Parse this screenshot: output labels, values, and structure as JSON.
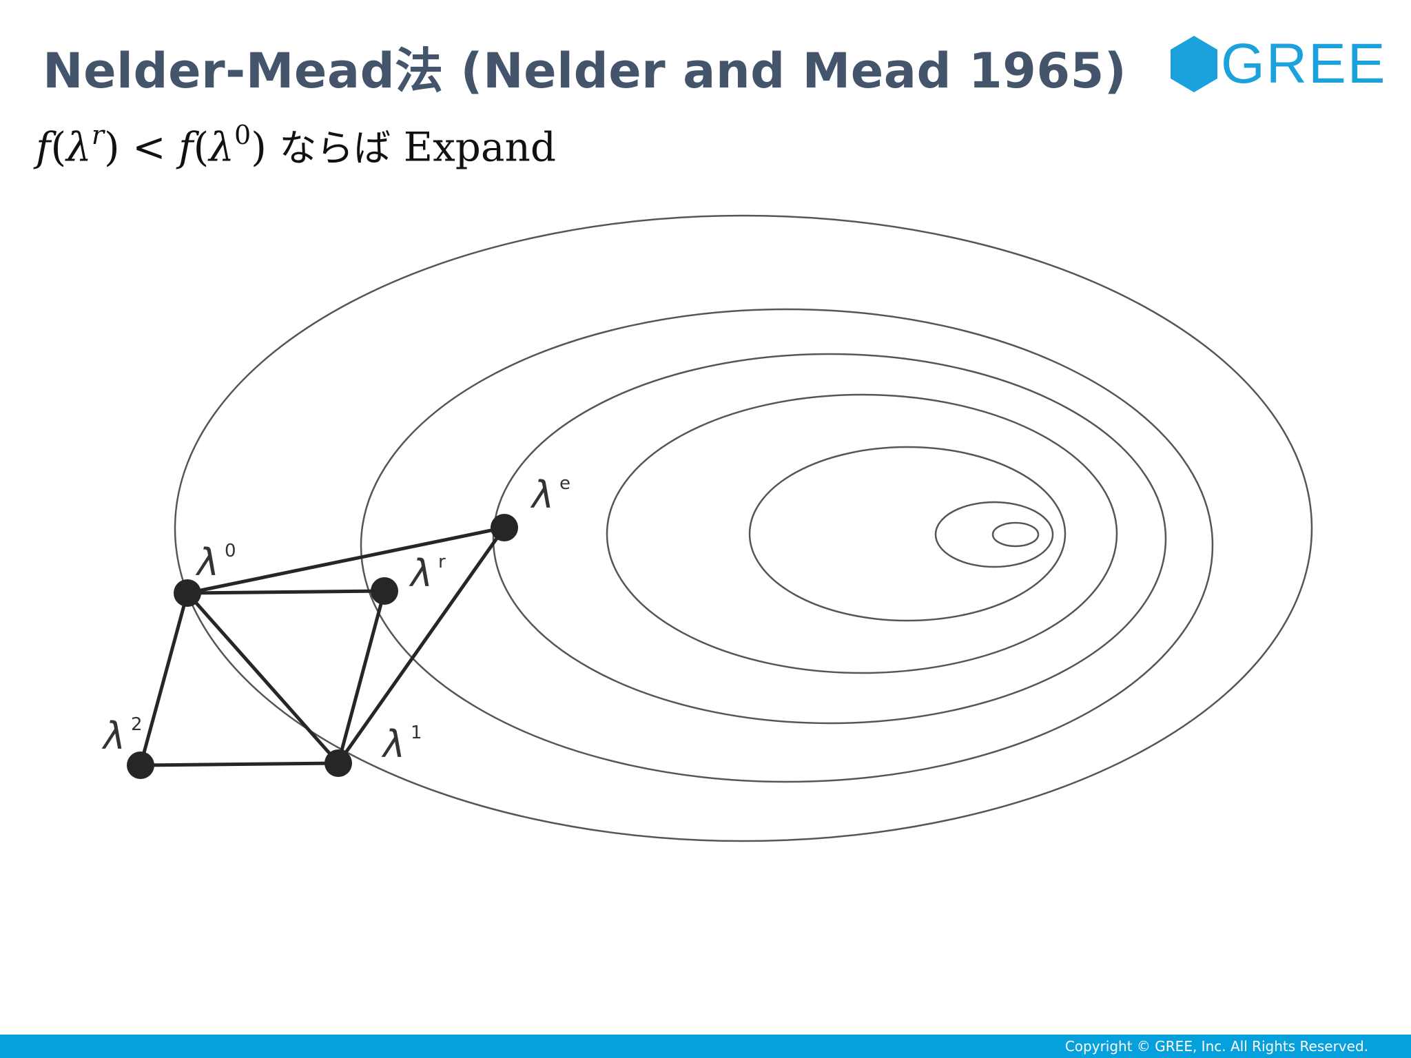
{
  "title": "Nelder-Mead法 (Nelder and Mead 1965)",
  "logo": {
    "text": "GREE",
    "icon": "hexagon-icon",
    "color": "#1ba1dc"
  },
  "formula": {
    "f1": "f",
    "lambda_r": "λ",
    "sup_r": "r",
    "lt": "<",
    "f2": "f",
    "lambda_0": "λ",
    "sup_0": "0",
    "nara": "ならば",
    "expand": "Expand"
  },
  "labels": {
    "l0": {
      "sym": "λ",
      "sup": "0"
    },
    "lr": {
      "sym": "λ",
      "sup": "r"
    },
    "le": {
      "sym": "λ",
      "sup": "e"
    },
    "l1": {
      "sym": "λ",
      "sup": "1"
    },
    "l2": {
      "sym": "λ",
      "sup": "2"
    }
  },
  "footer": {
    "copyright": "Copyright © GREE, Inc. All Rights Reserved.",
    "bar_color": "#06a0dc"
  },
  "colors": {
    "title": "#44546a",
    "contour": "#555555",
    "simplex": "#262626"
  }
}
